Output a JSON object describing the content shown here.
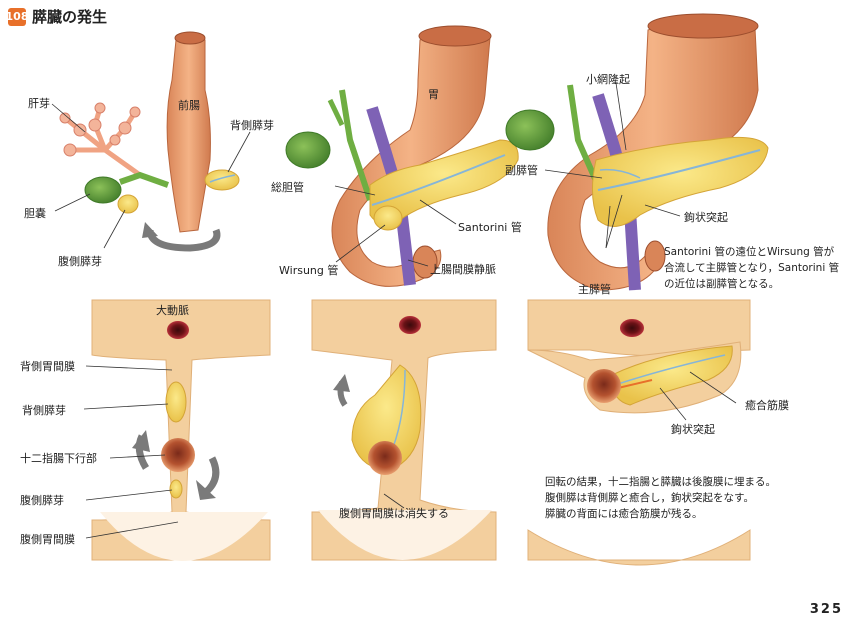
{
  "header": {
    "badge": "108",
    "title": "膵臓の発生"
  },
  "labels": {
    "kan_ga": "肝芽",
    "zenchou": "前腸",
    "haisoku_suiga_top": "背側膵芽",
    "tannou": "胆嚢",
    "fukusoku_suiga_top": "腹側膵芽",
    "i": "胃",
    "soutankan": "総胆管",
    "santorini_kan": "Santorini 管",
    "wirsung_kan": "Wirsung 管",
    "jouchoukanmaku_joumyaku": "上腸間膜静脈",
    "shoumou_ryuuki": "小網隆起",
    "fuku_suikan": "副膵管",
    "koujou_tokki_top": "鉤状突起",
    "shu_suikan": "主膵管",
    "daidoumyaku": "大動脈",
    "haisoku_ikanmaku": "背側胃間膜",
    "haisoku_suiga_bottom": "背側膵芽",
    "juunishichou_kakoubu": "十二指腸下行部",
    "fukusoku_suiga_bottom": "腹側膵芽",
    "fukusoku_ikanmaku": "腹側胃間膜",
    "fukusoku_ikanmaku_shoushitsu": "腹側胃間膜は消失する",
    "yuugou_kinmaku": "癒合筋膜",
    "koujou_tokki_bottom": "鉤状突起"
  },
  "notes": {
    "santorini_line1": "Santorini 管の遠位とWirsung 管が",
    "santorini_line2": "合流して主膵管となり，Santorini 管",
    "santorini_line3": "の近位は副膵管となる。",
    "result_line1": "回転の結果，十二指腸と膵臓は後腹膜に埋まる。",
    "result_line2": "腹側膵は背側膵と癒合し，鉤状突起をなす。",
    "result_line3": "膵臓の背面には癒合筋膜が残る。"
  },
  "page_number": "325",
  "colors": {
    "stomach": "#e9a070",
    "stomach_dark": "#c9744a",
    "pancreas": "#f5d768",
    "gallbladder": "#5f9a3a",
    "liver_bud": "#f0a383",
    "vein": "#7e62b5",
    "peritoneum": "#f3cf9e",
    "cavity": "#fdf2e4",
    "aorta": "#a31f26",
    "accent": "#e8702a"
  }
}
